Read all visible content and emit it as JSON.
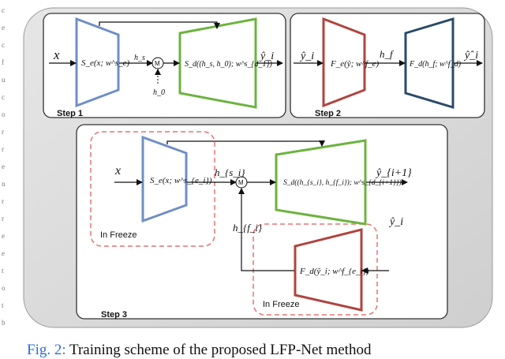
{
  "colors": {
    "encoder_blue": "#6f8fc6",
    "decoder_green": "#6db33f",
    "fe_red": "#b0443e",
    "fd_navy": "#2a4a6a",
    "freeze_dash": "#e57373",
    "caption_fig": "#2a6fd6",
    "panel_bg": "#dcdcdc"
  },
  "step1": {
    "title": "Step 1",
    "input": "x",
    "encoder": "S_e(x; w^s_e)",
    "feat": "h_s",
    "merge": "M",
    "h0": "h_0",
    "decoder": "S_d((h_s, h_0); w^s_{d_1})",
    "output": "ŷ_i"
  },
  "step2": {
    "title": "Step 2",
    "input": "ŷ_i",
    "encoder": "F_e(ŷ; w^f_e)",
    "feat": "h_f",
    "decoder": "F_d(h_f; w^f_d)",
    "output": "ŷ̂_i"
  },
  "step3": {
    "title": "Step 3",
    "input": "x",
    "encoder": "S_e(x; w^s_{e_i})",
    "feat": "h_{s_i}",
    "merge": "M",
    "decoder": "S_d((h_{s_i}, h_{f_i}); w^s_{d_{i+1}})",
    "output": "ŷ_{i+1}",
    "feedback_input": "ŷ_i",
    "feedback_feat": "h_{f_i}",
    "feedback_encoder": "F_d(ŷ_i; w^f_{e_i})",
    "freeze_label_1": "In Freeze",
    "freeze_label_2": "In Freeze"
  },
  "caption": {
    "fig": "Fig. 2:",
    "text": " Training scheme of the proposed LFP-Net method"
  },
  "margin_marks": [
    "c",
    "e",
    "c",
    "f",
    "u",
    "c",
    "o",
    "r",
    "r",
    "e",
    "n",
    "r",
    "r",
    "e",
    "e",
    "t",
    "o",
    "t",
    "b"
  ]
}
